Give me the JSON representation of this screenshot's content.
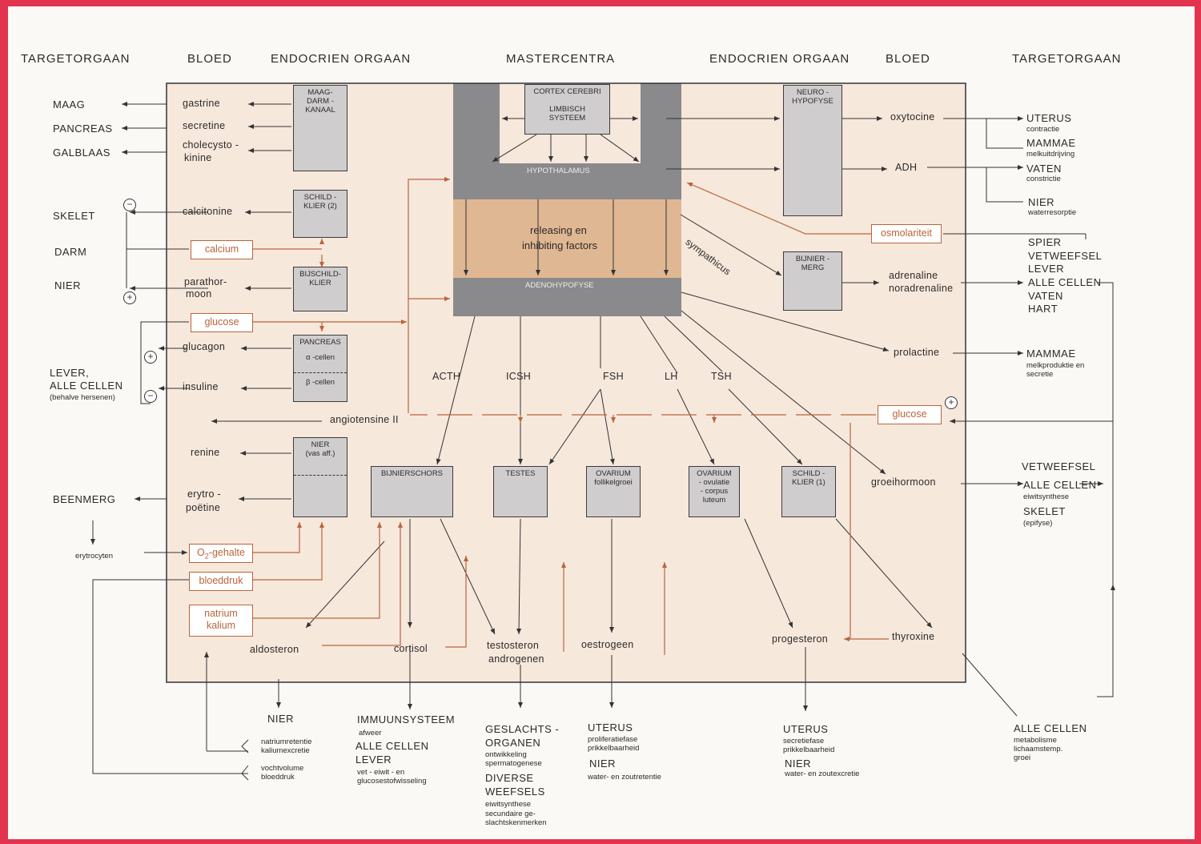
{
  "headers": {
    "left_target": "TARGETORGAAN",
    "left_blood": "BLOED",
    "left_endocrine": "ENDOCRIEN ORGAAN",
    "center": "MASTERCENTRA",
    "right_endocrine": "ENDOCRIEN ORGAAN",
    "right_blood": "BLOED",
    "right_target": "TARGETORGAAN"
  },
  "left_targets": {
    "maag": "MAAG",
    "pancreas": "PANCREAS",
    "galblaas": "GALBLAAS",
    "skelet": "SKELET",
    "darm": "DARM",
    "nier": "NIER",
    "lever_1": "LEVER,",
    "lever_2": "ALLE CELLEN",
    "lever_3": "(behalve hersenen)",
    "beenmerg": "BEENMERG",
    "erytrocyten": "erytrocyten"
  },
  "left_hormones": {
    "gastrine": "gastrine",
    "secretine": "secretine",
    "cholecysto_1": "cholecysto -",
    "cholecysto_2": "kinine",
    "calcitonine": "calcitonine",
    "parathormoon_1": "parathor-",
    "parathormoon_2": "moon",
    "glucagon": "glucagon",
    "insuline": "insuline",
    "angiotensine": "angiotensine II",
    "renine": "renine",
    "erytropoetine_1": "erytro -",
    "erytropoetine_2": "poëtine"
  },
  "left_glands": {
    "maag_1": "MAAG-",
    "maag_2": "DARM -",
    "maag_3": "KANAAL",
    "schild_1": "SCHILD -",
    "schild_2": "KLIER (2)",
    "bijschild_1": "BIJSCHILD-",
    "bijschild_2": "KLIER",
    "pancreas": "PANCREAS",
    "alpha": "α -cellen",
    "beta": "β -cellen",
    "nier_1": "NIER",
    "nier_2": "(vas aff.)"
  },
  "regulators": {
    "calcium": "calcium",
    "glucose": "glucose",
    "o2_prefix": "O",
    "o2_sub": "2",
    "o2_suffix": "-gehalte",
    "bloeddruk": "bloeddruk",
    "natrium": "natrium",
    "kalium": "kalium",
    "glucose_right": "glucose",
    "osmolariteit": "osmolariteit"
  },
  "master": {
    "cortex": "CORTEX CEREBRI",
    "limbisch_1": "LIMBISCH",
    "limbisch_2": "SYSTEEM",
    "hypothalamus": "HYPOTHALAMUS",
    "releasing_1": "releasing en",
    "releasing_2": "inhibiting factors",
    "adenohypofyse": "ADENOHYPOFYSE",
    "sympathicus": "sympathicus"
  },
  "tropic": {
    "acth": "ACTH",
    "icsh": "ICSH",
    "fsh": "FSH",
    "lh": "LH",
    "tsh": "TSH"
  },
  "lower_glands": {
    "bijnierschors": "BIJNIERSCHORS",
    "testes": "TESTES",
    "ovarium_f_1": "OVARIUM",
    "ovarium_f_2": "follikelgroei",
    "ovarium_l_1": "OVARIUM",
    "ovarium_l_2": "- ovulatie",
    "ovarium_l_3": "- corpus",
    "ovarium_l_4": "luteum",
    "schild_1": "SCHILD -",
    "schild_2": "KLIER (1)"
  },
  "lower_hormones": {
    "aldosteron": "aldosteron",
    "cortisol": "cortisol",
    "testosteron": "testosteron",
    "androgenen": "androgenen",
    "oestrogeen": "oestrogeen",
    "progesteron": "progesteron",
    "thyroxine": "thyroxine",
    "groeihormoon": "groeihormoon",
    "prolactine": "prolactine"
  },
  "right_glands": {
    "neuro_1": "NEURO -",
    "neuro_2": "HYPOFYSE",
    "bijnier_1": "BIJNIER -",
    "bijnier_2": "MERG"
  },
  "right_hormones": {
    "oxytocine": "oxytocine",
    "adh": "ADH",
    "adrenaline": "adrenaline",
    "noradrenaline": "noradrenaline"
  },
  "right_targets": {
    "uterus": "UTERUS",
    "uterus_sub": "contractie",
    "mammae": "MAMMAE",
    "mammae_sub": "melkuitdrijving",
    "vaten": "VATEN",
    "vaten_sub": "constrictie",
    "nier": "NIER",
    "nier_sub": "waterresorptie",
    "spier": "SPIER",
    "vetweefsel": "VETWEEFSEL",
    "lever": "LEVER",
    "alle_cellen": "ALLE CELLEN",
    "vaten2": "VATEN",
    "hart": "HART",
    "mammae2": "MAMMAE",
    "mammae2_sub_1": "melkproduktie en",
    "mammae2_sub_2": "secretie",
    "vetweefsel2": "VETWEEFSEL",
    "alle_cellen2": "ALLE CELLEN",
    "alle_cellen2_sub": "eiwitsynthese",
    "skelet": "SKELET",
    "skelet_sub": "(epifyse)"
  },
  "bottom_targets": {
    "nier": "NIER",
    "nier_sub_1": "natriumretentie",
    "nier_sub_2": "kaliumexcretie",
    "vocht_1": "vochtvolume",
    "vocht_2": "bloeddruk",
    "immuun": "IMMUUNSYSTEEM",
    "immuun_sub": "afweer",
    "alle_cellen": "ALLE CELLEN",
    "lever": "LEVER",
    "lever_sub_1": "vet - eiwit - en",
    "lever_sub_2": "glucosestofwisseling",
    "geslacht_1": "GESLACHTS -",
    "geslacht_2": "ORGANEN",
    "geslacht_sub_1": "ontwikkeling",
    "geslacht_sub_2": "spermatogenese",
    "diverse_1": "DIVERSE",
    "diverse_2": "WEEFSELS",
    "diverse_sub_1": "eiwitsynthese",
    "diverse_sub_2": "secundaire ge-",
    "diverse_sub_3": "slachtskenmerken",
    "uterus1": "UTERUS",
    "uterus1_sub_1": "proliferatiefase",
    "uterus1_sub_2": "prikkelbaarheid",
    "nier2": "NIER",
    "nier2_sub": "water- en zoutretentie",
    "uterus2": "UTERUS",
    "uterus2_sub_1": "secretiefase",
    "uterus2_sub_2": "prikkelbaarheid",
    "nier3": "NIER",
    "nier3_sub": "water- en zoutexcretie",
    "alle_cellen3": "ALLE CELLEN",
    "alle_cellen3_sub_1": "metabolisme",
    "alle_cellen3_sub_2": "lichaamstemp.",
    "alle_cellen3_sub_3": "groei"
  },
  "signs": {
    "minus": "−",
    "plus": "+"
  }
}
